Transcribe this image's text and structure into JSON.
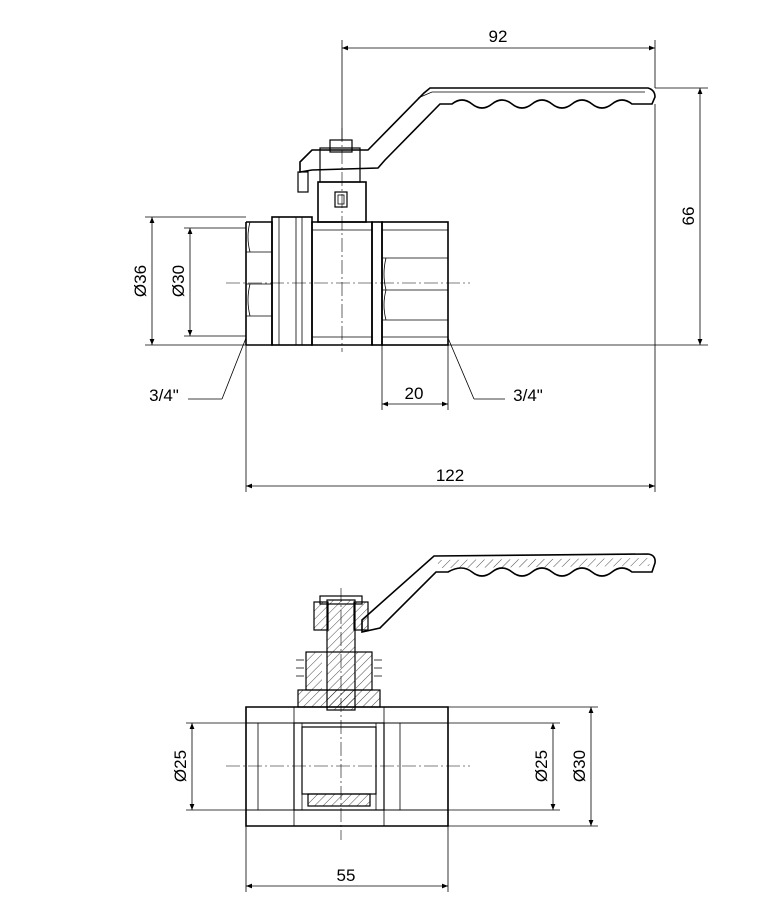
{
  "top_view": {
    "handle_span": "92",
    "height": "66",
    "outer_diameter": "Ø36",
    "inner_diameter": "Ø30",
    "thread_left": "3/4\"",
    "thread_right": "3/4\"",
    "thread_length": "20",
    "overall_length": "122"
  },
  "section_view": {
    "bore_left": "Ø25",
    "bore_right": "Ø25",
    "port_diameter": "Ø30",
    "body_length": "55"
  }
}
